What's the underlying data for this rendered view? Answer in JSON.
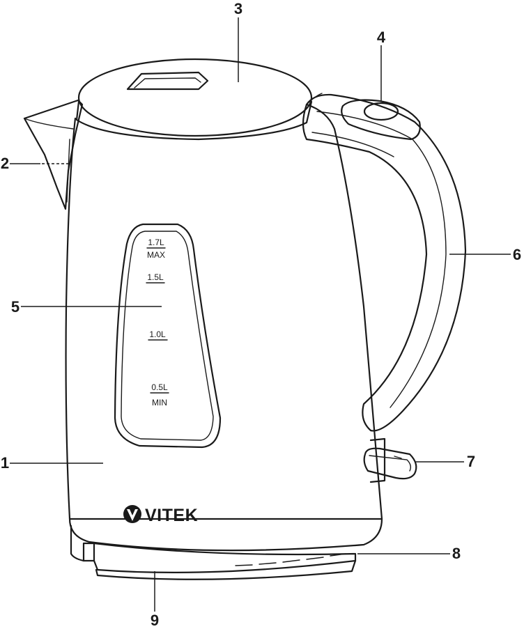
{
  "callouts": {
    "body": "1",
    "spout_filter": "2",
    "lid": "3",
    "lid_button": "4",
    "water_window": "5",
    "handle": "6",
    "switch": "7",
    "indicator": "8",
    "base": "9"
  },
  "water_scale": {
    "max_volume": "1.7L",
    "max_label": "MAX",
    "mark_1_5": "1.5L",
    "mark_1_0": "1.0L",
    "min_volume": "0.5L",
    "min_label": "MIN"
  },
  "brand": {
    "name": "VITEK",
    "logo_icon": "vitek-logo-icon"
  }
}
